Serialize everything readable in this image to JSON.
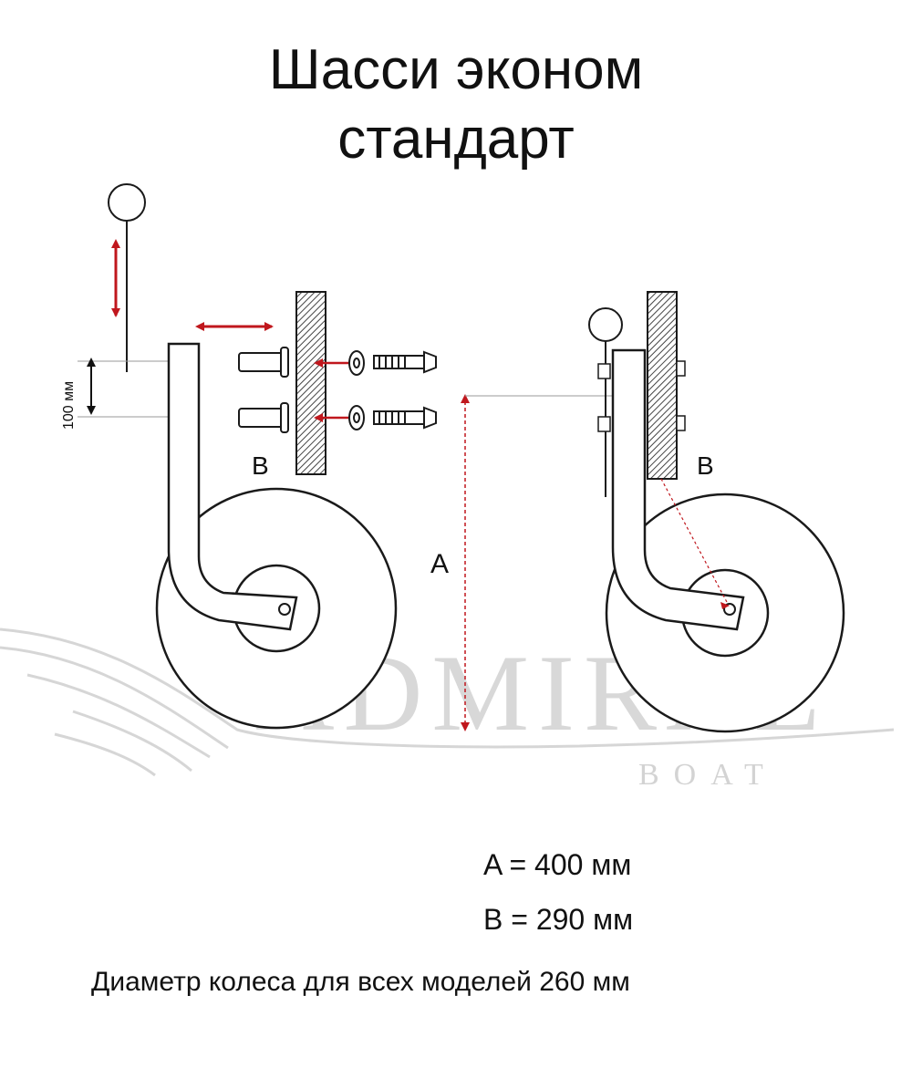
{
  "title": {
    "line1": "Шасси эконом",
    "line2": "стандарт"
  },
  "diagram": {
    "left": {
      "dimension_label": "100 мм",
      "height_label": "B"
    },
    "right": {
      "height_label": "B",
      "distance_label": "A"
    },
    "watermark": {
      "brand": "ADMIRAL",
      "sub": "BOAT"
    }
  },
  "specs": {
    "a": "A = 400 мм",
    "b": "B = 290 мм"
  },
  "note": "Диаметр колеса для всех моделей  260 мм",
  "colors": {
    "line": "#1a1a1a",
    "arrow": "#c0171d",
    "hatch": "#555555",
    "watermark": "#cfcfcf"
  }
}
